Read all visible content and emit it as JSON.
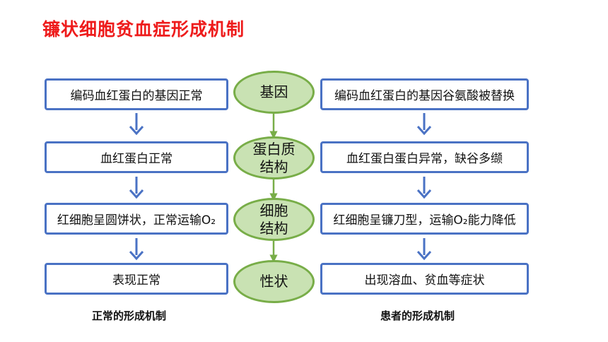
{
  "title": "镰状细胞贫血症形成机制",
  "center": {
    "nodes": [
      {
        "line1": "基因",
        "line2": ""
      },
      {
        "line1": "蛋白质",
        "line2": "结构"
      },
      {
        "line1": "细胞",
        "line2": "结构"
      },
      {
        "line1": "性状",
        "line2": ""
      }
    ]
  },
  "normal": {
    "steps": [
      "编码血红蛋白的基因正常",
      "血红蛋白正常",
      "红细胞呈圆饼状，正常运输O₂",
      "表现正常"
    ],
    "caption": "正常的形成机制"
  },
  "patient": {
    "steps": [
      "编码血红蛋白的基因谷氨酸被替换",
      "血红蛋白蛋白异常，缺谷多缬",
      "红细胞呈镰刀型，运输O₂能力降低",
      "出现溶血、贫血等症状"
    ],
    "caption": "患者的形成机制"
  },
  "colors": {
    "title": "#ee1c1c",
    "box_border": "#4a72c4",
    "arrow_blue": "#4a72c4",
    "ellipse_fill": "#c9e2b3",
    "ellipse_border": "#78ad48",
    "arrow_green": "#78ad48"
  }
}
